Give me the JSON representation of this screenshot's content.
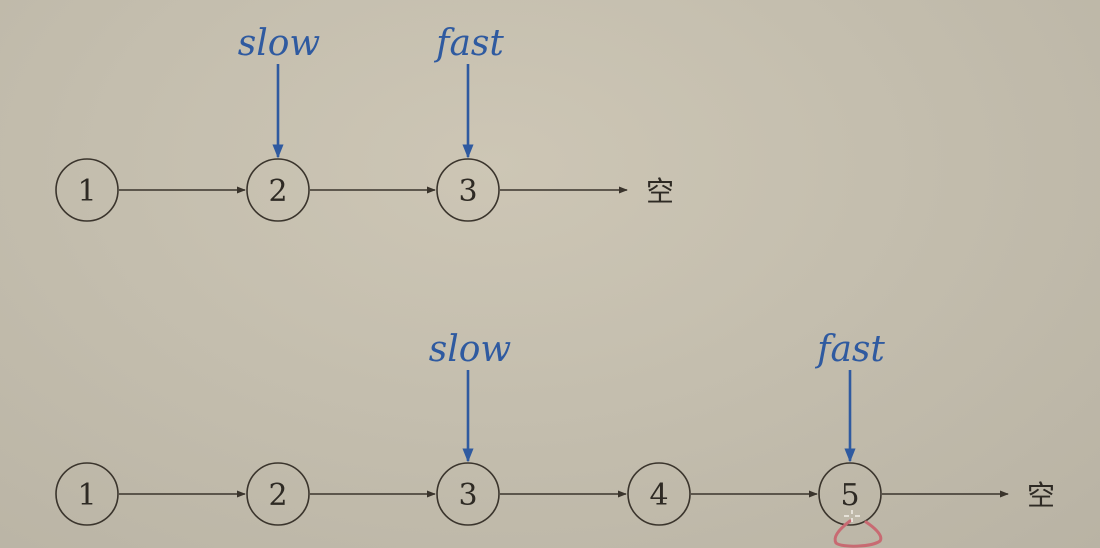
{
  "diagrams": [
    {
      "id": "odd",
      "nodes": [
        "1",
        "2",
        "3"
      ],
      "null_label": "空",
      "pointers": [
        {
          "label": "slow",
          "node_index": 1
        },
        {
          "label": "fast",
          "node_index": 2
        }
      ]
    },
    {
      "id": "even",
      "nodes": [
        "1",
        "2",
        "3",
        "4",
        "5"
      ],
      "null_label": "空",
      "pointers": [
        {
          "label": "slow",
          "node_index": 2
        },
        {
          "label": "fast",
          "node_index": 4
        }
      ]
    }
  ],
  "colors": {
    "pointer": "#2f5aa0",
    "node_stroke": "#3a342c",
    "annotation": "#c86a72"
  }
}
